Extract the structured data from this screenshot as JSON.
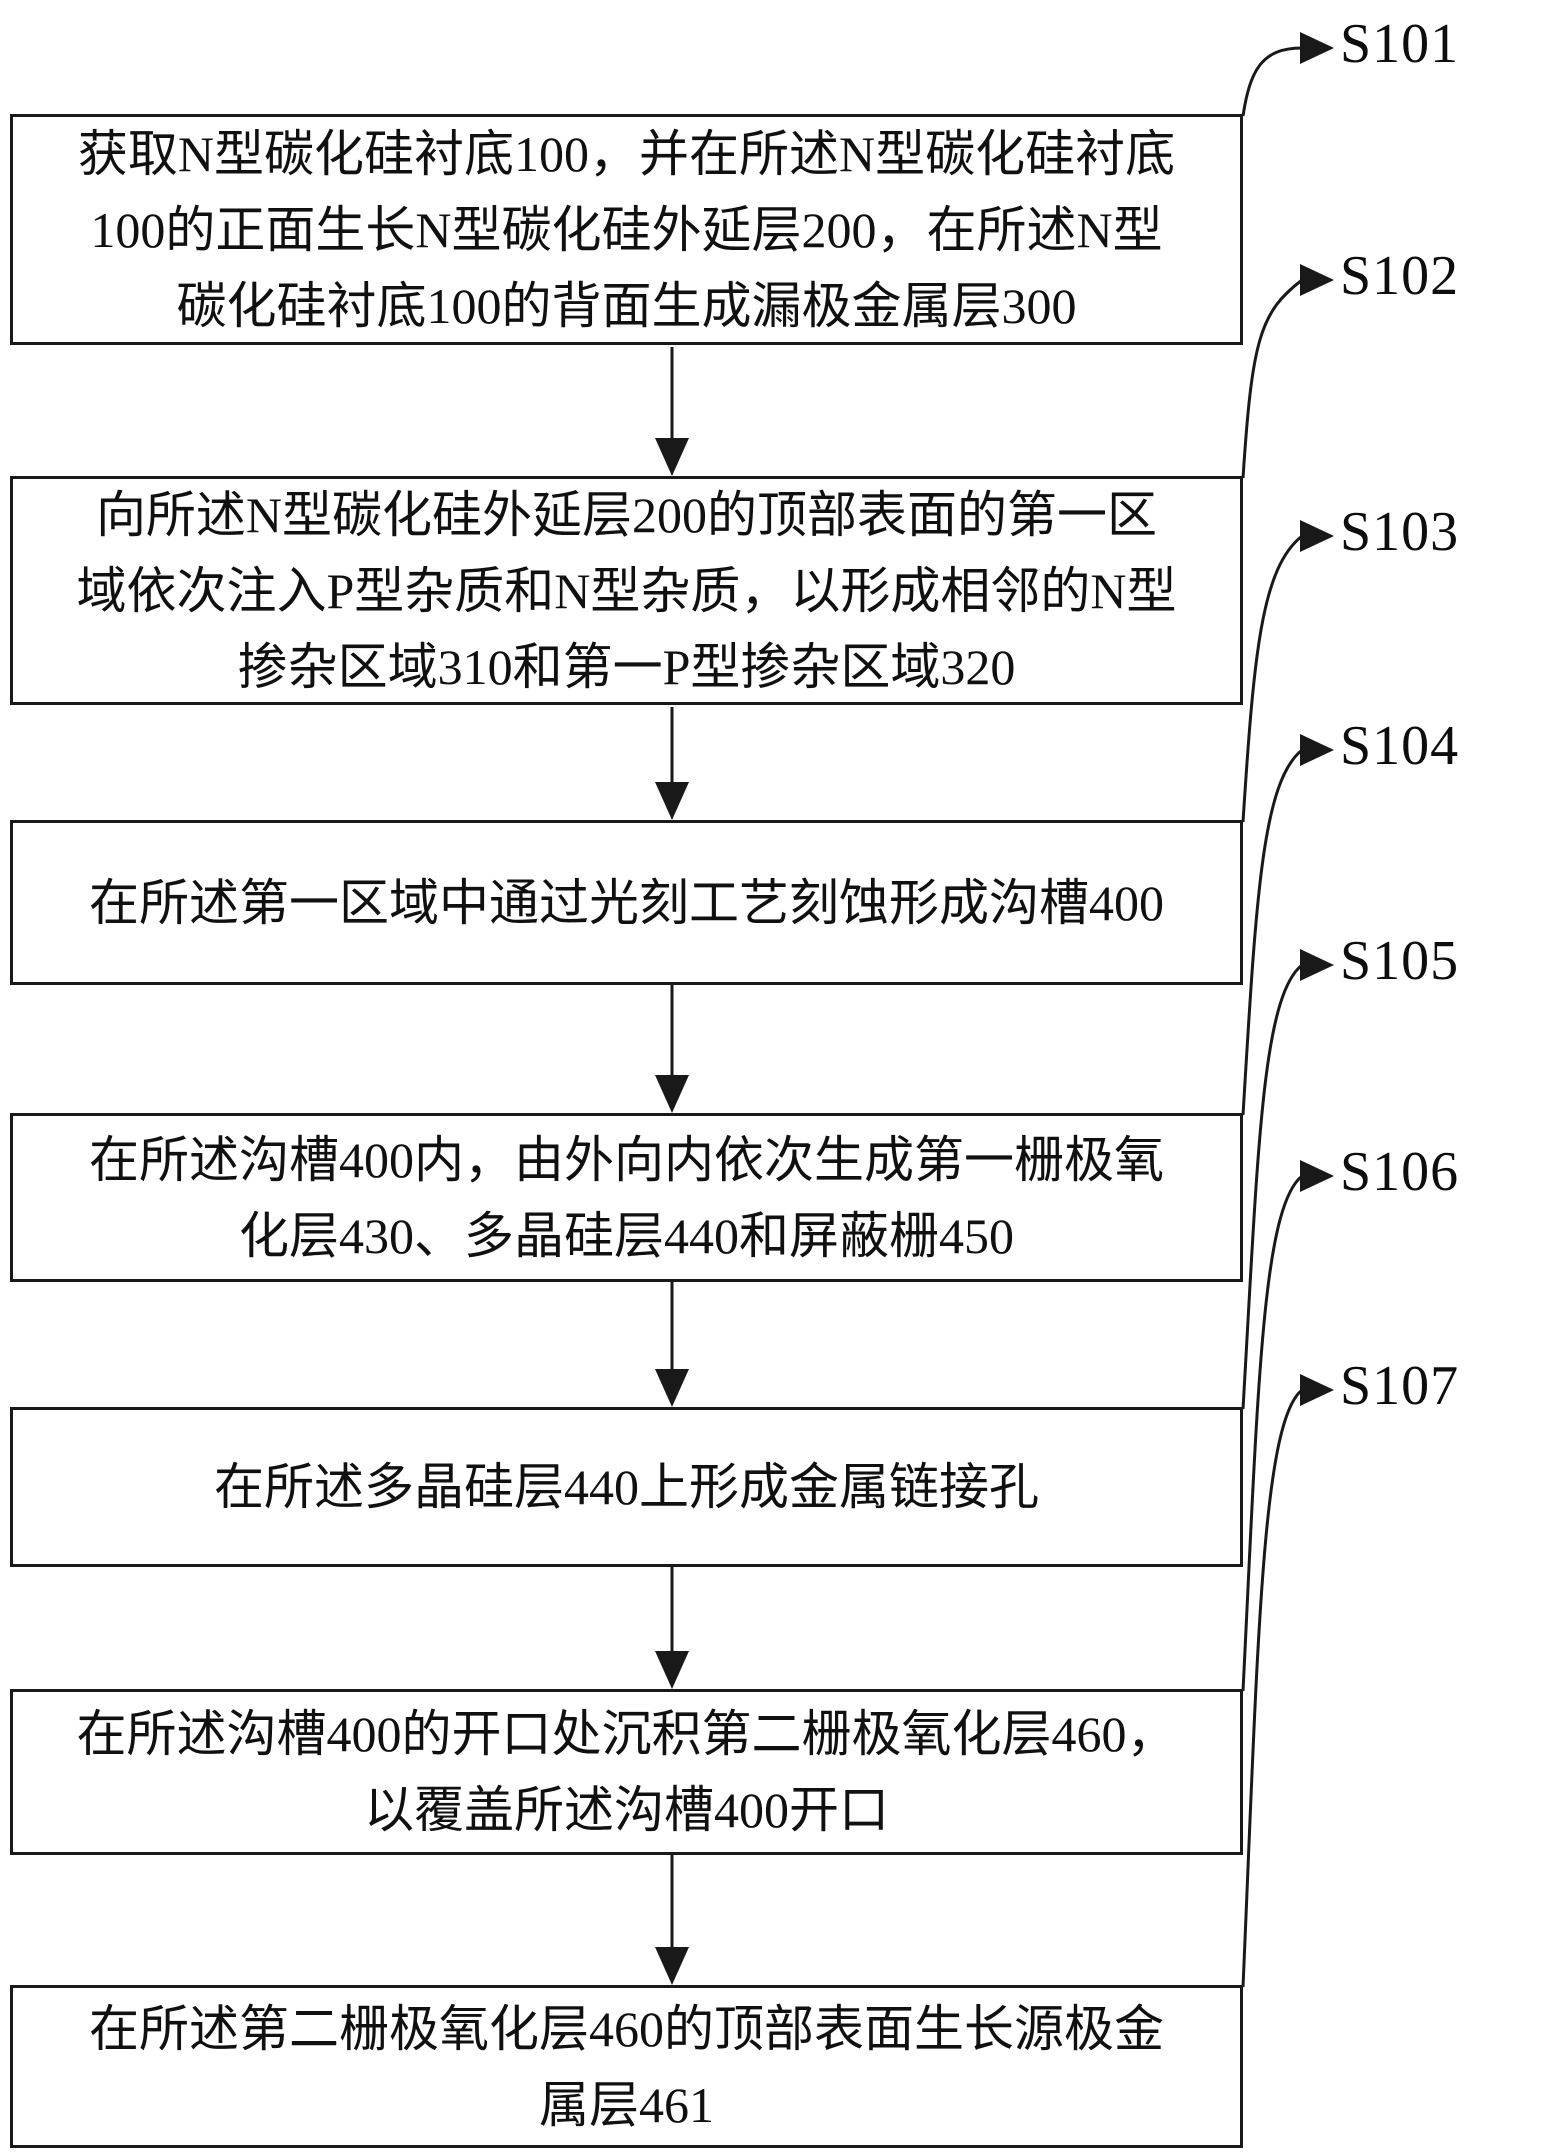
{
  "figure": {
    "kind": "patent-process-flowchart",
    "background_color": "#ffffff",
    "line_color": "#191919",
    "text_color": "#101010"
  },
  "flow": {
    "steps": [
      {
        "step_label": "S101",
        "lines": [
          "获取N型碳化硅衬底100，并在所述N型碳化硅衬底",
          "100的正面生长N型碳化硅外延层200，在所述N型",
          "碳化硅衬底100的背面生成漏极金属层300"
        ]
      },
      {
        "step_label": "S102",
        "lines": [
          "向所述N型碳化硅外延层200的顶部表面的第一区",
          "域依次注入P型杂质和N型杂质，以形成相邻的N型",
          "掺杂区域310和第一P型掺杂区域320"
        ]
      },
      {
        "step_label": "S103",
        "lines": [
          "在所述第一区域中通过光刻工艺刻蚀形成沟槽400"
        ]
      },
      {
        "step_label": "S104",
        "lines": [
          "在所述沟槽400内，由外向内依次生成第一栅极氧",
          "化层430、多晶硅层440和屏蔽栅450"
        ]
      },
      {
        "step_label": "S105",
        "lines": [
          "在所述多晶硅层440上形成金属链接孔"
        ]
      },
      {
        "step_label": "S106",
        "lines": [
          "在所述沟槽400的开口处沉积第二栅极氧化层460，",
          "以覆盖所述沟槽400开口"
        ]
      },
      {
        "step_label": "S107",
        "lines": [
          "在所述第二栅极氧化层460的顶部表面生长源极金",
          "属层461"
        ]
      }
    ]
  }
}
